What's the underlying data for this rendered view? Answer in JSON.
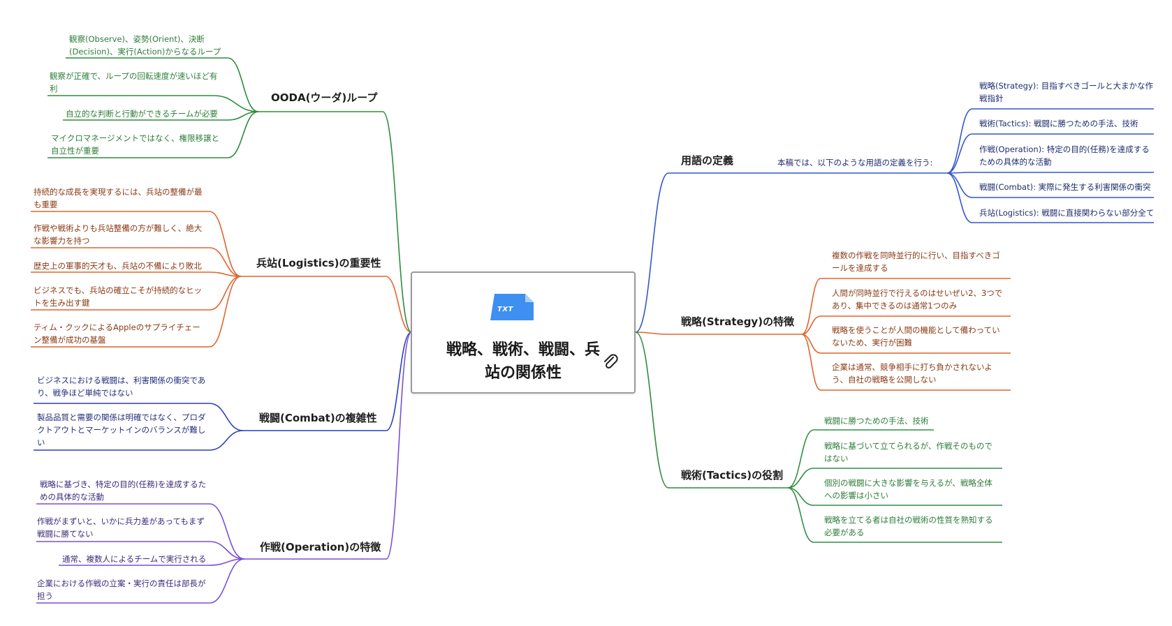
{
  "central": {
    "title": "戦略、戦術、戦闘、兵\n站の関係性",
    "file_icon": "txt-file-icon",
    "file_label": "TXT",
    "attachment_icon": "paperclip-icon"
  },
  "colors": {
    "green": "#2e8b3e",
    "orange": "#e2642d",
    "navy": "#2b3fb8",
    "purple": "#7a4fd6",
    "blue": "#3456cc",
    "teal_green": "#2f8f47"
  },
  "left": {
    "ooda": {
      "label": "OODA(ウーダ)ループ",
      "leaves": [
        "観察(Observe)、姿勢(Orient)、決断\n(Decision)、実行(Action)からなるループ",
        "観察が正確で、ループの回転速度が速いほど有\n利",
        "自立的な判断と行動ができるチームが必要",
        "マイクロマネージメントではなく、権限移譲と\n自立性が重要"
      ]
    },
    "logistics": {
      "label": "兵站(Logistics)の重要性",
      "leaves": [
        "持続的な成長を実現するには、兵站の整備が最\nも重要",
        "作戦や戦術よりも兵站整備の方が難しく、絶大\nな影響力を持つ",
        "歴史上の軍事的天才も、兵站の不備により敗北",
        "ビジネスでも、兵站の確立こそが持続的なヒッ\nトを生み出す鍵",
        "ティム・クックによるAppleのサプライチェー\nン整備が成功の基盤"
      ]
    },
    "combat": {
      "label": "戦闘(Combat)の複雑性",
      "leaves": [
        "ビジネスにおける戦闘は、利害関係の衝突であ\nり、戦争ほど単純ではない",
        "製品品質と需要の関係は明確ではなく、プロダ\nクトアウトとマーケットインのバランスが難し\nい"
      ]
    },
    "operation": {
      "label": "作戦(Operation)の特徴",
      "leaves": [
        "戦略に基づき、特定の目的(任務)を達成するた\nめの具体的な活動",
        "作戦がまずいと、いかに兵力差があってもまず\n戦闘に勝てない",
        "通常、複数人によるチームで実行される",
        "企業における作戦の立案・実行の責任は部長が\n担う"
      ]
    }
  },
  "right": {
    "definitions": {
      "label": "用語の定義",
      "intro": "本稿では、以下のような用語の定義を行う:",
      "leaves": [
        "戦略(Strategy): 目指すべきゴールと大まかな作\n戦指針",
        "戦術(Tactics): 戦闘に勝つための手法、技術",
        "作戦(Operation): 特定の目的(任務)を達成する\nための具体的な活動",
        "戦闘(Combat): 実際に発生する利害関係の衝突",
        "兵站(Logistics): 戦闘に直接関わらない部分全て"
      ]
    },
    "strategy": {
      "label": "戦略(Strategy)の特徴",
      "leaves": [
        "複数の作戦を同時並行的に行い、目指すべきゴ\nールを達成する",
        "人間が同時並行で行えるのはせいぜい2、3つで\nあり、集中できるのは通常1つのみ",
        "戦略を使うことが人間の機能として備わってい\nないため、実行が困難",
        "企業は通常、競争相手に打ち負かされないよ\nう、自社の戦略を公開しない"
      ]
    },
    "tactics": {
      "label": "戦術(Tactics)の役割",
      "leaves": [
        "戦闘に勝つための手法、技術",
        "戦略に基づいて立てられるが、作戦そのもので\nはない",
        "個別の戦闘に大きな影響を与えるが、戦略全体\nへの影響は小さい",
        "戦略を立てる者は自社の戦術の性質を熟知する\n必要がある"
      ]
    }
  }
}
